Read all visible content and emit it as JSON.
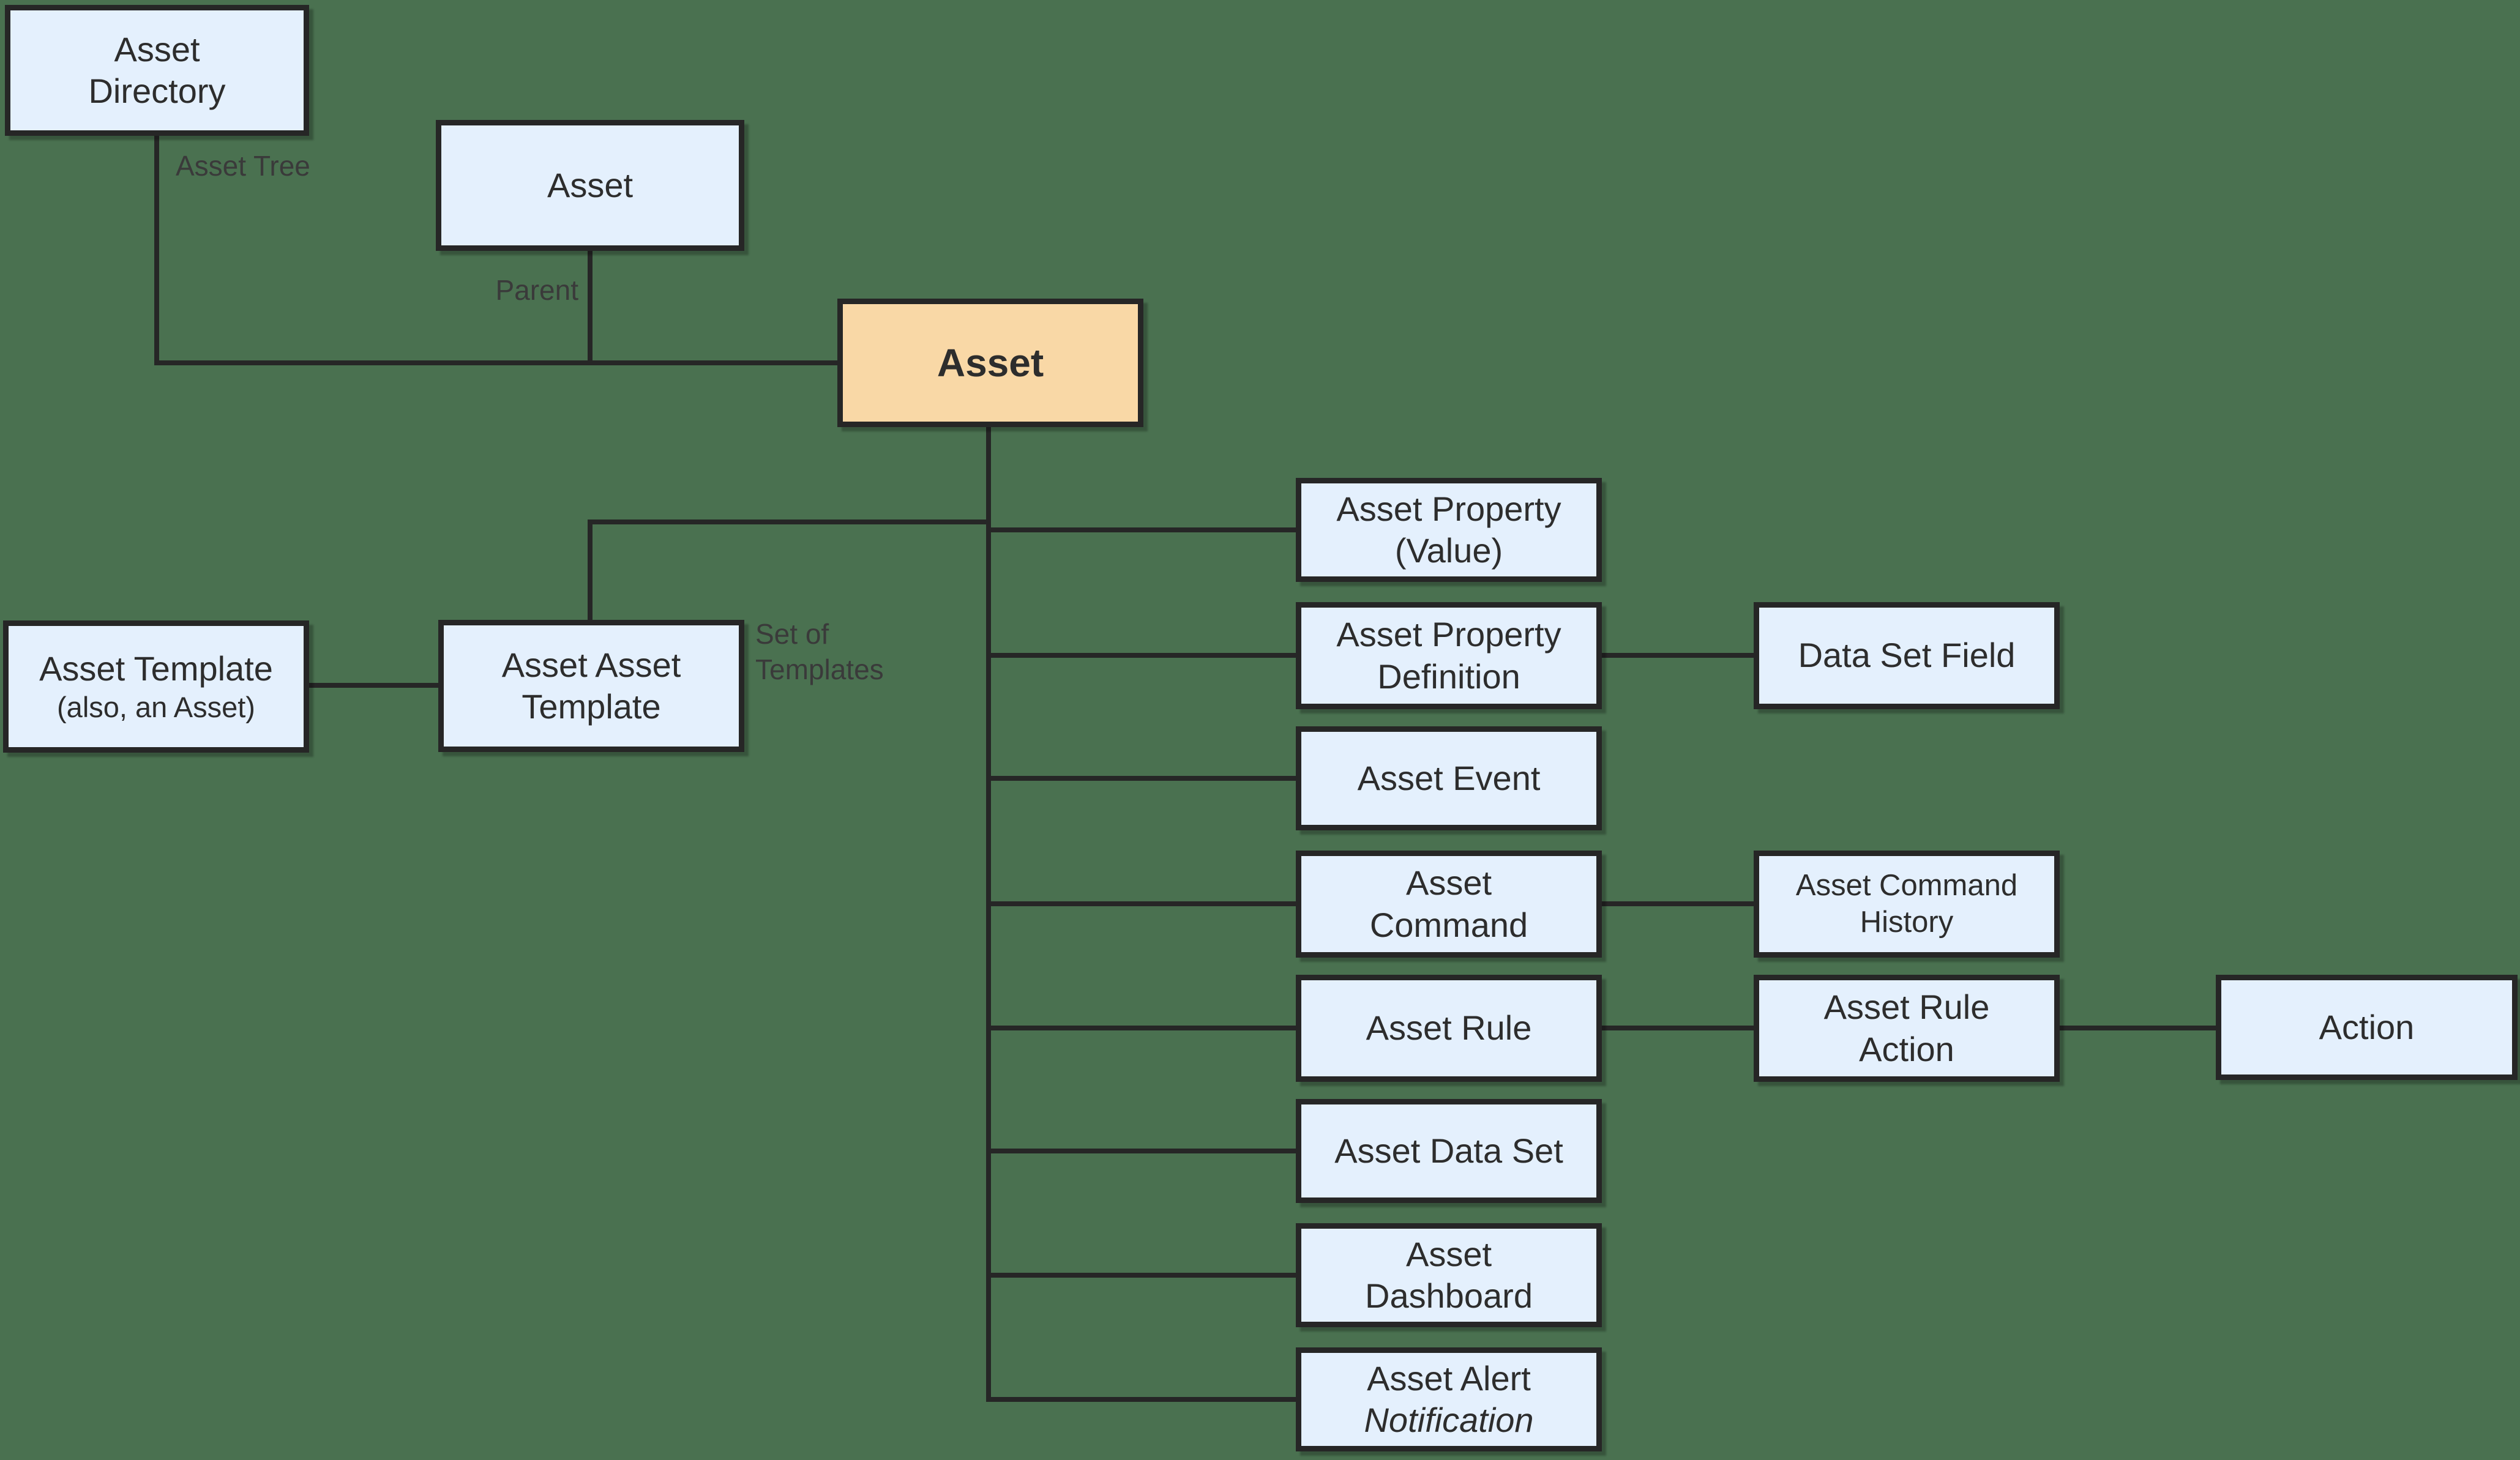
{
  "diagram": {
    "type": "entity-relationship",
    "colors": {
      "background": "#4A7150",
      "node_fill": "#E4F0FD",
      "highlight_node_fill": "#F9D8A6",
      "border_and_lines": "#262626",
      "node_text": "#2D2D2D",
      "edge_label_text": "#3A3A3A"
    },
    "nodes": {
      "asset_directory": {
        "lines": [
          "Asset",
          "Directory"
        ]
      },
      "asset_parent": {
        "lines": [
          "Asset"
        ]
      },
      "asset_main": {
        "lines": [
          "Asset"
        ]
      },
      "asset_template": {
        "lines": [
          "Asset Template",
          "(also, an Asset)"
        ]
      },
      "asset_asset_template": {
        "lines": [
          "Asset Asset",
          "Template"
        ]
      },
      "asset_property_value": {
        "lines": [
          "Asset Property",
          "(Value)"
        ]
      },
      "asset_property_definition": {
        "lines": [
          "Asset Property",
          "Definition"
        ]
      },
      "asset_event": {
        "lines": [
          "Asset Event"
        ]
      },
      "asset_command": {
        "lines": [
          "Asset",
          "Command"
        ]
      },
      "asset_rule": {
        "lines": [
          "Asset Rule"
        ]
      },
      "asset_data_set": {
        "lines": [
          "Asset Data Set"
        ]
      },
      "asset_dashboard": {
        "lines": [
          "Asset",
          "Dashboard"
        ]
      },
      "asset_alert_notification": {
        "lines": [
          "Asset Alert",
          "Notification"
        ]
      },
      "data_set_field": {
        "lines": [
          "Data Set Field"
        ]
      },
      "asset_command_history": {
        "lines": [
          "Asset Command",
          "History"
        ]
      },
      "asset_rule_action": {
        "lines": [
          "Asset Rule",
          "Action"
        ]
      },
      "action": {
        "lines": [
          "Action"
        ]
      }
    },
    "edge_labels": {
      "asset_tree": "Asset Tree",
      "parent": "Parent",
      "set_of_templates": "Set of Templates"
    }
  }
}
